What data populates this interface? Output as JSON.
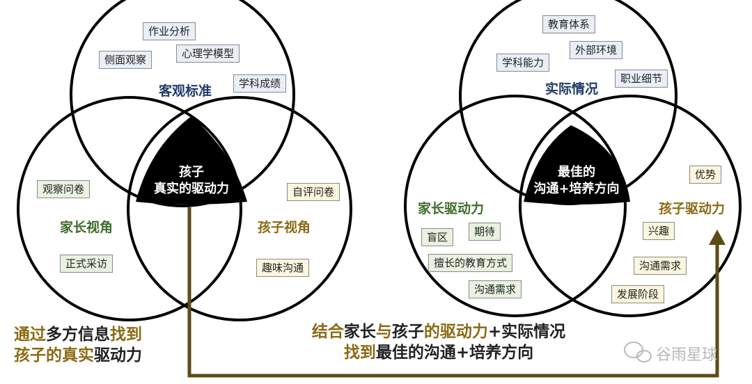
{
  "left": {
    "top_circle_label": "客观标准",
    "left_circle_label": "家长视角",
    "right_circle_label": "孩子视角",
    "center_line1": "孩子",
    "center_line2": "真实的驱动力",
    "tags": {
      "t1": "作业分析",
      "t2": "侧面观察",
      "t3": "心理学模型",
      "t4": "学科成绩",
      "t5": "观察问卷",
      "t6": "正式采访",
      "t7": "自评问卷",
      "t8": "趣味沟通"
    }
  },
  "right": {
    "top_circle_label": "实际情况",
    "left_circle_label": "家长驱动力",
    "right_circle_label": "孩子驱动力",
    "center_line1": "最佳的",
    "center_line2": "沟通+培养方向",
    "tags": {
      "t1": "教育体系",
      "t2": "外部环境",
      "t3": "学科能力",
      "t4": "职业细节",
      "t5": "盲区",
      "t6": "期待",
      "t7": "擅长的教育方式",
      "t8": "沟通需求",
      "t9": "优势",
      "t10": "兴趣",
      "t11": "沟通需求",
      "t12": "发展阶段"
    }
  },
  "captions": {
    "left": {
      "l1a": "通过",
      "l1b": "多方信息",
      "l1c": "找到",
      "l2a": "孩子的真实",
      "l2b": "驱动力"
    },
    "mid": {
      "l1a": "结合",
      "l1b": "家长",
      "l1c": "与",
      "l1d": "孩子",
      "l1e": "的驱动力",
      "l1f": "+实际情况",
      "l2a": "找到",
      "l2b": "最佳的沟通+培养方向"
    }
  },
  "brand": "谷雨星球",
  "colors": {
    "blue": "#1f3a68",
    "green": "#3e6b2b",
    "gold": "#8a6a14",
    "arrow": "#5e4b14"
  }
}
